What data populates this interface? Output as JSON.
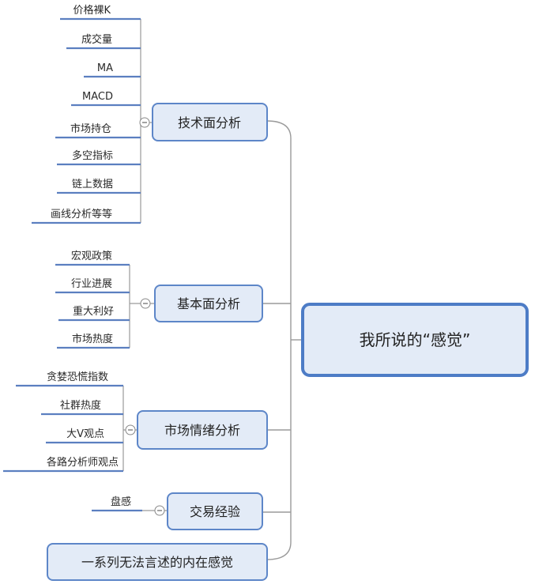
{
  "root": {
    "label": "我所说的“感觉”"
  },
  "branches": [
    {
      "label": "技术面分析",
      "children": [
        "价格裸K",
        "成交量",
        "MA",
        "MACD",
        "市场持仓",
        "多空指标",
        "链上数据",
        "画线分析等等"
      ]
    },
    {
      "label": "基本面分析",
      "children": [
        "宏观政策",
        "行业进展",
        "重大利好",
        "市场热度"
      ]
    },
    {
      "label": "市场情绪分析",
      "children": [
        "贪婪恐慌指数",
        "社群热度",
        "大V观点",
        "各路分析师观点"
      ]
    },
    {
      "label": "交易经验",
      "children": [
        "盘感"
      ]
    },
    {
      "label": "一系列无法言述的内在感觉",
      "children": []
    }
  ],
  "colors": {
    "box_fill": "#e3ebf7",
    "box_stroke": "#5d86c8",
    "root_stroke": "#4d7cc6",
    "connector": "#9a9a9a",
    "underline": "#5b7fc0"
  }
}
